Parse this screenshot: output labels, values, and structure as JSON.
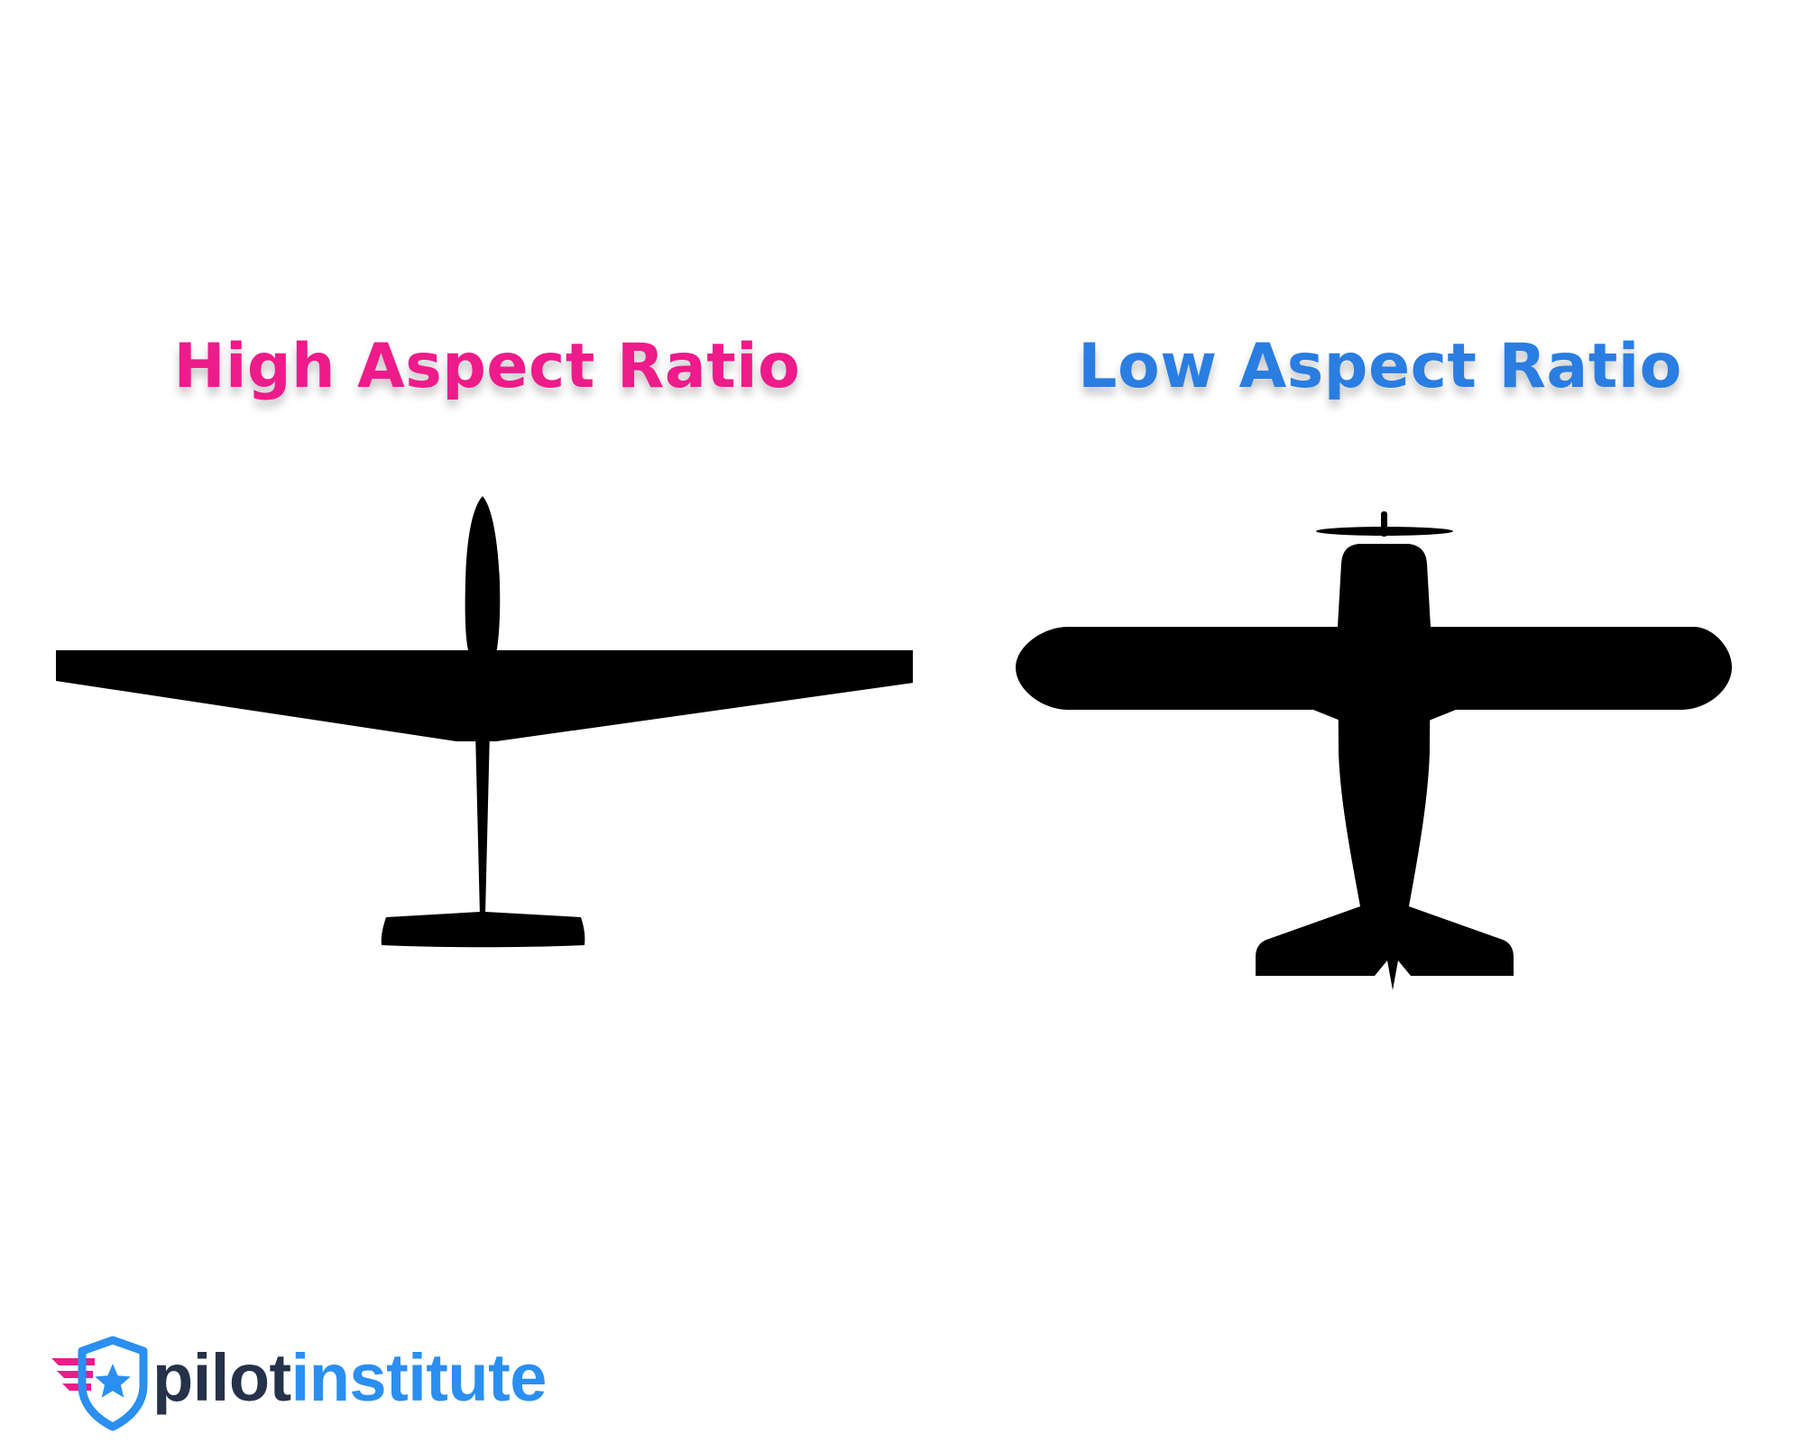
{
  "headings": {
    "left": "High Aspect Ratio",
    "right": "Low Aspect Ratio"
  },
  "colors": {
    "left_heading": "#ee1b8a",
    "right_heading": "#2a7de1",
    "silhouette": "#000000",
    "logo_dark": "#26314a",
    "logo_blue": "#2a8ff0",
    "logo_pink": "#ee1b8a"
  },
  "logo": {
    "word_dark": "pilot",
    "word_blue": "institute",
    "icon": "winged-shield-star-icon"
  },
  "illustrations": {
    "left": "glider-silhouette-icon",
    "right": "monoplane-silhouette-icon"
  }
}
